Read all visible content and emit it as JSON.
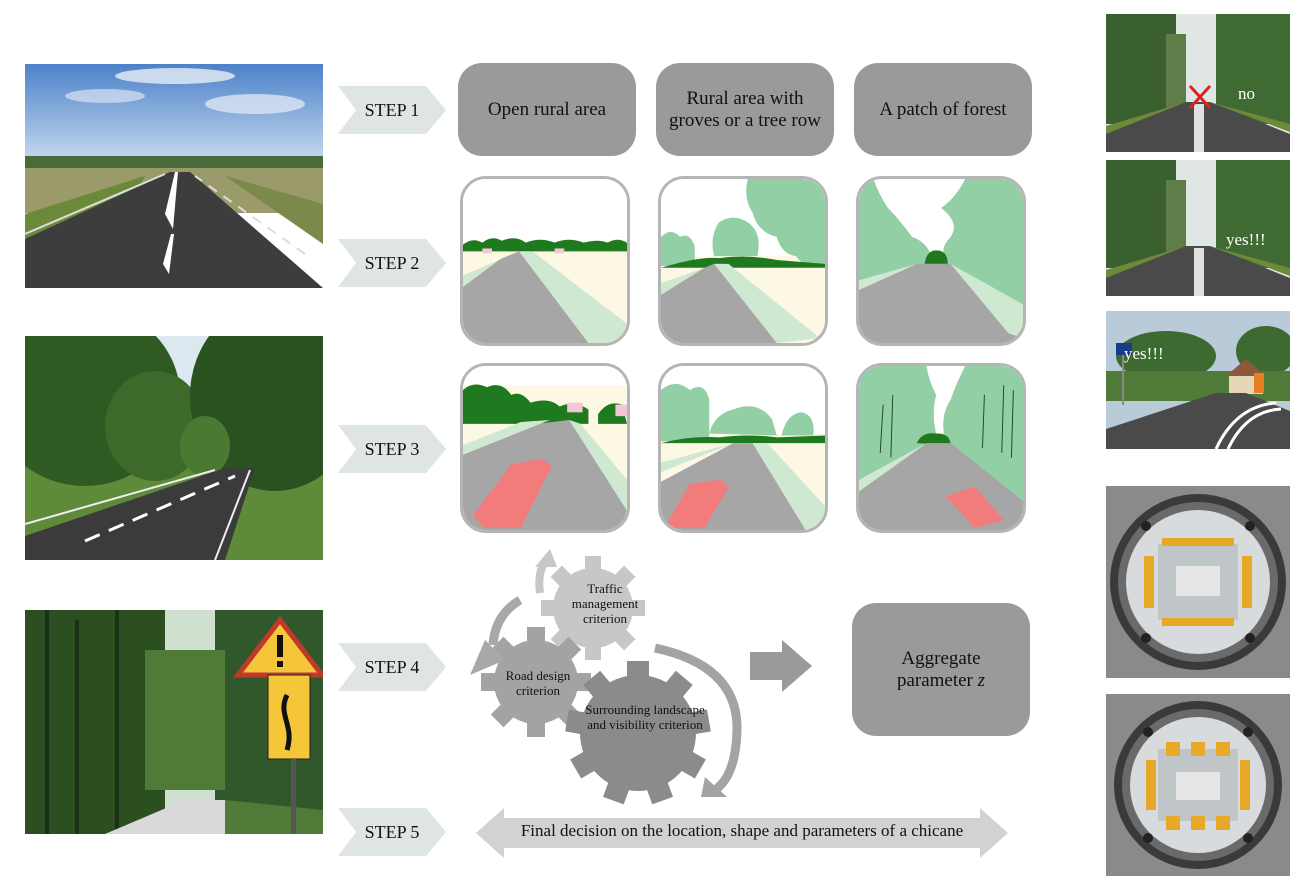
{
  "steps": [
    "STEP 1",
    "STEP 2",
    "STEP 3",
    "STEP 4",
    "STEP 5"
  ],
  "area_types": [
    "Open rural area",
    "Rural area with groves or a tree row",
    "A patch of forest"
  ],
  "gears": {
    "traffic": "Traffic management criterion",
    "road": "Road design criterion",
    "landscape": "Surrounding landscape and visibility criterion"
  },
  "aggregate": {
    "line1": "Aggregate",
    "line2": "parameter",
    "var": "z"
  },
  "final_decision": "Final decision on the location, shape and parameters of a chicane",
  "photo_labels": {
    "no": "no",
    "yes1": "yes!!!",
    "yes2": "yes!!!"
  },
  "colors": {
    "step_chevron": "#dfe4e4",
    "box_gray": "#9a9a9a",
    "tree_dark": "#1f7a1f",
    "tree_light": "#93cfa4",
    "field": "#fdf8e4",
    "road": "#a6a6a6",
    "verge": "#cfe8d2",
    "chicane": "#f27c7c"
  }
}
